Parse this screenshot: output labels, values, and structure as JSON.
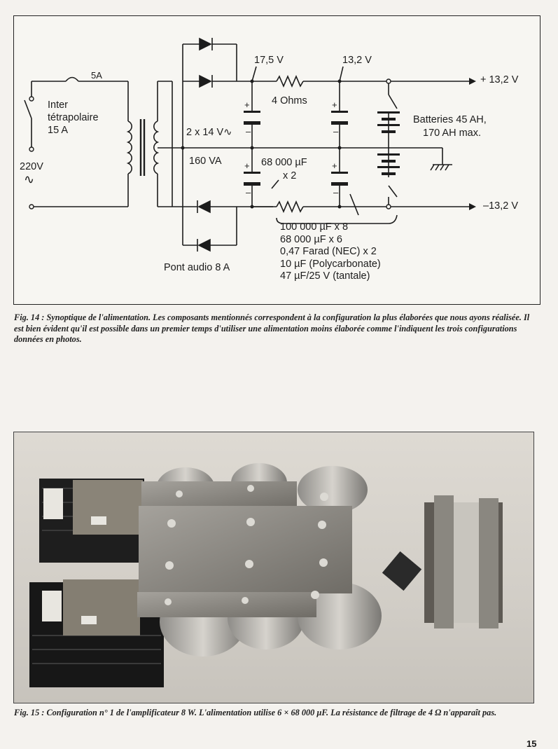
{
  "figure14": {
    "labels": {
      "fuse_rating": "5A",
      "switch_label_line1": "Inter",
      "switch_label_line2": "tétrapolaire",
      "switch_label_line3": "15 A",
      "mains_voltage": "220V",
      "ac_symbol": "∿",
      "transformer_secondary": "2 x 14 V∿",
      "transformer_power": "160 VA",
      "rail_voltage_high": "17,5 V",
      "rail_voltage_mid": "13,2 V",
      "resistor_value": "4 Ohms",
      "capacitor_main_line1": "68 000 µF",
      "capacitor_main_line2": "x 2",
      "battery_line1": "Batteries 45 AH,",
      "battery_line2": "170 AH max.",
      "output_positive": "+ 13,2 V",
      "output_negative": "–13,2 V",
      "bridge_label": "Pont audio 8 A",
      "plus_sign": "+",
      "minus_sign": "–"
    },
    "capacitor_list": [
      "100 000 µF x 8",
      "68 000 µF x 6",
      "0,47 Farad (NEC) x 2",
      "10 µF (Polycarbonate)",
      "47 µF/25 V (tantale)"
    ],
    "caption": "Fig. 14 : Synoptique de l'alimentation. Les composants mentionnés correspondent à la configuration la plus élaborées que nous ayons réalisée. Il est bien évident qu'il est possible dans un premier temps d'utiliser une alimentation moins élaborée comme l'indiquent les trois configurations données en photos."
  },
  "figure15": {
    "caption": "Fig. 15 : Configuration n° 1 de l'amplificateur 8 W. L'alimentation utilise 6 × 68 000 µF. La résistance de filtrage de 4 Ω n'apparaît pas."
  },
  "page_number": "15"
}
